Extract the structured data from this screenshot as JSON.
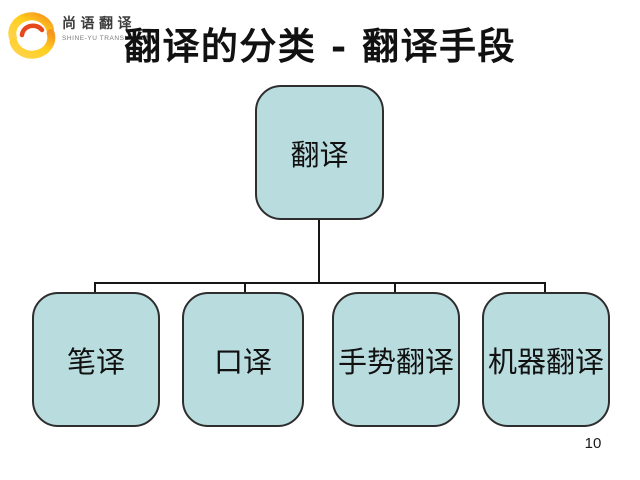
{
  "slide": {
    "title": "翻译的分类 - 翻译手段",
    "page_number": "10",
    "background_color": "#ffffff",
    "title_color": "#111111"
  },
  "logo": {
    "name": "尚语翻译",
    "subtitle": "SHINE-YU TRANSLATION",
    "icon": "swirl-icon",
    "colors": {
      "swirl_yellow": "#ffd34d",
      "swirl_orange": "#f7941d",
      "swirl_red": "#e8471c",
      "name_text": "#3d3d3d",
      "subtitle_text": "#7a7a7a"
    }
  },
  "diagram": {
    "type": "tree",
    "root": {
      "label": "翻译"
    },
    "children": [
      {
        "label": "笔译"
      },
      {
        "label": "口译"
      },
      {
        "label": "手势翻译"
      },
      {
        "label": "机器翻译"
      }
    ],
    "node_fill": "#b9dcdf",
    "node_border": "#2e2e2e",
    "connector_color": "#161616"
  }
}
